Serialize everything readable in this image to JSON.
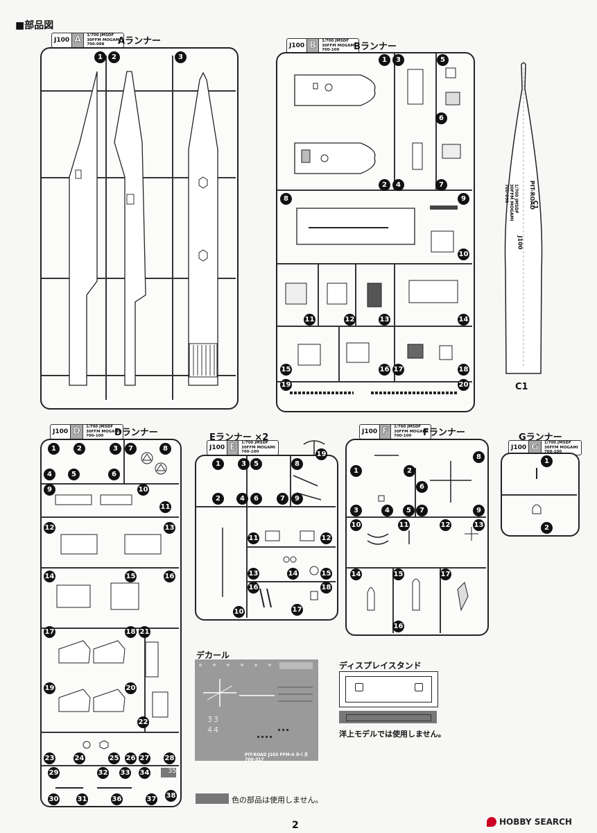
{
  "page": {
    "heading": "■部品図",
    "page_number": "2",
    "footer_note_text": "色の部品は使用しません。",
    "watermark": "HOBBY SEARCH"
  },
  "runners": {
    "A": {
      "title": "Aランナー",
      "code": "J100",
      "letter": "A",
      "info": [
        "1/700 JMSDF",
        "30FFM MOGAMI",
        "700-098"
      ],
      "numbers": [
        "1",
        "2",
        "3"
      ]
    },
    "B": {
      "title": "Bランナー",
      "code": "J100",
      "letter": "B",
      "info": [
        "1/700 JMSDF",
        "30FFM MOGAMI",
        "700-100"
      ],
      "numbers": [
        "1",
        "2",
        "3",
        "4",
        "5",
        "6",
        "7",
        "8",
        "9",
        "10",
        "11",
        "12",
        "13",
        "14",
        "15",
        "16",
        "17",
        "18",
        "19",
        "20"
      ]
    },
    "C": {
      "title": "C1",
      "hull_text": [
        "1/700 JMSDF",
        "30FFM MOGAMI",
        "700-098",
        "PIT-ROAD",
        "C1",
        "J100"
      ]
    },
    "D": {
      "title": "Dランナー",
      "code": "J100",
      "letter": "D",
      "info": [
        "1/700 JMSDF",
        "30FFM MOGAMI",
        "700-100"
      ],
      "numbers": [
        "1",
        "2",
        "3",
        "4",
        "5",
        "6",
        "7",
        "8",
        "9",
        "10",
        "11",
        "12",
        "13",
        "14",
        "15",
        "16",
        "17",
        "18",
        "19",
        "20",
        "21",
        "22",
        "23",
        "24",
        "25",
        "26",
        "27",
        "28",
        "29",
        "30",
        "31",
        "32",
        "33",
        "34",
        "35",
        "36",
        "37",
        "38"
      ]
    },
    "E": {
      "title": "Eランナー ×2",
      "code": "J100",
      "letter": "E",
      "info": [
        "1/700 JMSDF",
        "30FFM MOGAMI",
        "700-100"
      ],
      "numbers": [
        "1",
        "2",
        "3",
        "4",
        "5",
        "6",
        "7",
        "8",
        "9",
        "10",
        "11",
        "12",
        "13",
        "14",
        "15",
        "16",
        "17",
        "18",
        "19"
      ]
    },
    "F": {
      "title": "Fランナー",
      "code": "J100",
      "letter": "F",
      "info": [
        "1/700 JMSDF",
        "30FFM MOGAMI",
        "700-100"
      ],
      "numbers": [
        "1",
        "2",
        "3",
        "4",
        "5",
        "6",
        "7",
        "8",
        "9",
        "10",
        "11",
        "12",
        "13",
        "14",
        "15",
        "16",
        "17"
      ]
    },
    "G": {
      "title": "Gランナー",
      "code": "J100",
      "letter": "G",
      "info": [
        "1/700 JMSDF",
        "30FFM MOGAMI",
        "700-100"
      ],
      "numbers": [
        "1",
        "2"
      ]
    }
  },
  "decal": {
    "title": "デカール",
    "caption": "PIT-ROAD J103 FFM-4 みくま 700-317",
    "digits": [
      "3",
      "3",
      "4",
      "4"
    ]
  },
  "stand": {
    "title": "ディスプレイスタンド",
    "note": "洋上モデルでは使用しません。"
  },
  "colors": {
    "unused_part": "#777777",
    "page_bg": "#f7f7f5"
  }
}
